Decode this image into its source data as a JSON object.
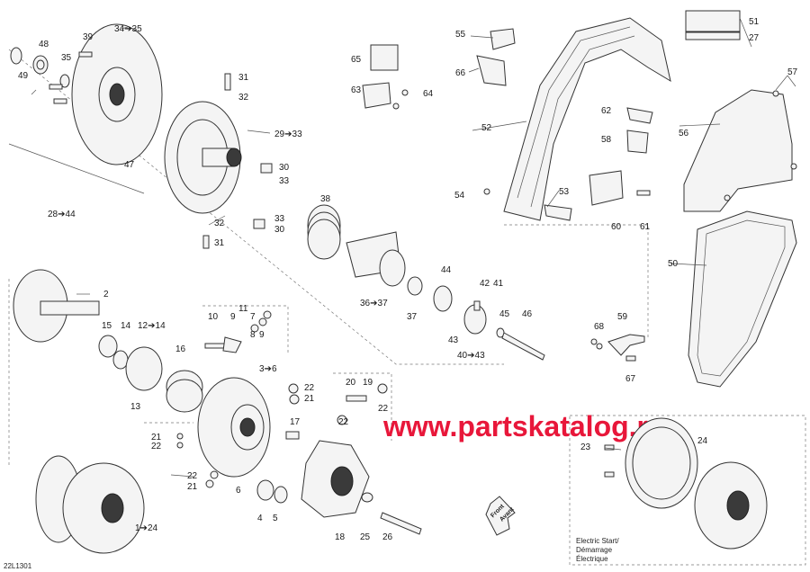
{
  "diagram_code": "22L1301",
  "watermark": "www.partskatalog.ru",
  "front_label": [
    "Front",
    "Avant"
  ],
  "electric_start_label": [
    "Electric Start/",
    "Démarrage",
    "Électrique"
  ],
  "callouts": {
    "c1": "1➔24",
    "c2": "2",
    "c3": "3➔6",
    "c4": "4",
    "c5": "5",
    "c6": "6",
    "c7": "7",
    "c8": "8",
    "c9": "9",
    "c10": "10",
    "c11": "11",
    "c12": "12➔14",
    "c13": "13",
    "c14": "14",
    "c15": "15",
    "c16": "16",
    "c17": "17",
    "c18": "18",
    "c19": "19",
    "c20": "20",
    "c21a": "21",
    "c21b": "21",
    "c21c": "21",
    "c22a": "22",
    "c22b": "22",
    "c22c": "22",
    "c22d": "22",
    "c22e": "22",
    "c23": "23",
    "c24": "24",
    "c25": "25",
    "c26": "26",
    "c27": "27",
    "c28": "28➔44",
    "c29": "29➔33",
    "c30a": "30",
    "c30b": "30",
    "c31a": "31",
    "c31b": "31",
    "c32a": "32",
    "c32b": "32",
    "c33a": "33",
    "c33b": "33",
    "c34": "34➔35",
    "c35": "35",
    "c36": "36➔37",
    "c37": "37",
    "c38": "38",
    "c39": "39",
    "c40": "40➔43",
    "c41": "41",
    "c42": "42",
    "c43": "43",
    "c44": "44",
    "c45": "45",
    "c46": "46",
    "c47": "47",
    "c48": "48",
    "c49": "49",
    "c50": "50",
    "c51": "51",
    "c52": "52",
    "c53": "53",
    "c54": "54",
    "c55": "55",
    "c56": "56",
    "c57": "57",
    "c58": "58",
    "c59": "59",
    "c60": "60",
    "c61": "61",
    "c62": "62",
    "c63": "63",
    "c64": "64",
    "c65": "65",
    "c66": "66",
    "c67": "67",
    "c68": "68"
  }
}
